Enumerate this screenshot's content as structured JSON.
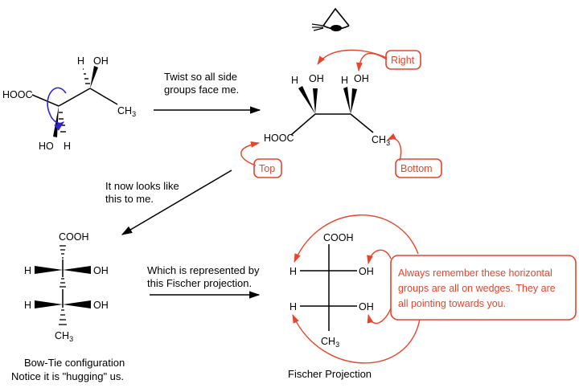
{
  "eye_icon": "eye-icon",
  "colors": {
    "accent": "#e8442c",
    "curl_arrow": "#2b24d6",
    "ink": "#000000"
  },
  "sawhorse1": {
    "cooh": "HOOC",
    "top_h": "H",
    "top_oh": "OH",
    "ch3": "CH",
    "ch3_sub": "3",
    "bot_ho": "HO",
    "bot_h": "H"
  },
  "step1": {
    "line1": "Twist so all side",
    "line2": "groups face me."
  },
  "sawhorse2": {
    "h1": "H",
    "oh1": "OH",
    "h2": "H",
    "oh2": "OH",
    "cooh": "HOOC",
    "ch3": "CH",
    "ch3_sub": "3"
  },
  "callouts": {
    "right": "Right",
    "top": "Top",
    "bottom": "Bottom"
  },
  "step2": {
    "line1": "It now looks like",
    "line2": "this to me."
  },
  "bowtie": {
    "cooh": "COOH",
    "h1": "H",
    "oh1": "OH",
    "h2": "H",
    "oh2": "OH",
    "ch3": "CH",
    "ch3_sub": "3",
    "caption1": "Bow-Tie configuration",
    "caption2": "Notice it is \"hugging\" us."
  },
  "step3": {
    "line1": "Which is represented by",
    "line2": "this Fischer projection."
  },
  "fischer": {
    "cooh": "COOH",
    "h1": "H",
    "oh1": "OH",
    "h2": "H",
    "oh2": "OH",
    "ch3": "CH",
    "ch3_sub": "3",
    "caption": "Fischer Projection"
  },
  "note": {
    "line1": "Always remember these horizontal",
    "line2": "groups are all on wedges. They are",
    "line3": "all pointing towards you."
  }
}
